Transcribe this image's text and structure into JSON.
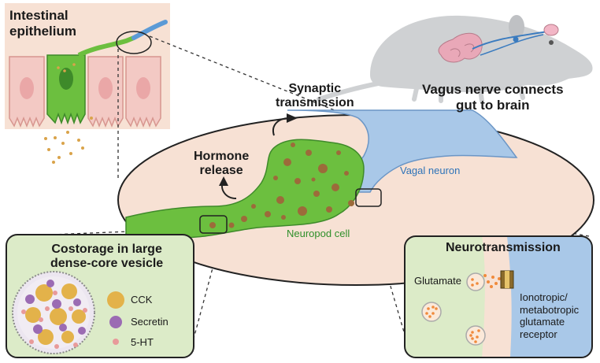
{
  "labels": {
    "intestinal_epithelium": [
      "Intestinal",
      "epithelium"
    ],
    "vagus": [
      "Vagus nerve connects",
      "gut to brain"
    ],
    "synaptic": [
      "Synaptic",
      "transmission"
    ],
    "hormone": [
      "Hormone",
      "release"
    ],
    "vagal_neuron": "Vagal neuron",
    "neuropod_cell": "Neuropod cell"
  },
  "costorage": {
    "title": [
      "Costorage in large",
      "dense-core vesicle"
    ],
    "legend": [
      {
        "label": "CCK",
        "color": "#e3b24a"
      },
      {
        "label": "Secretin",
        "color": "#9b6bb3"
      },
      {
        "label": "5-HT",
        "color": "#e89a9a"
      }
    ]
  },
  "neurotransmission": {
    "title": "Neurotransmission",
    "glutamate": "Glutamate",
    "receptor": [
      "Ionotropic/",
      "metabotropic",
      "glutamate",
      "receptor"
    ]
  },
  "colors": {
    "cell_green": "#6cbf3f",
    "light_green": "#dcebc8",
    "neuron_blue": "#a9c8e8",
    "granule_brown": "#9c6b3a",
    "vesicle_orange": "#f08a3c",
    "mouse_gray": "#cfd1d3"
  }
}
